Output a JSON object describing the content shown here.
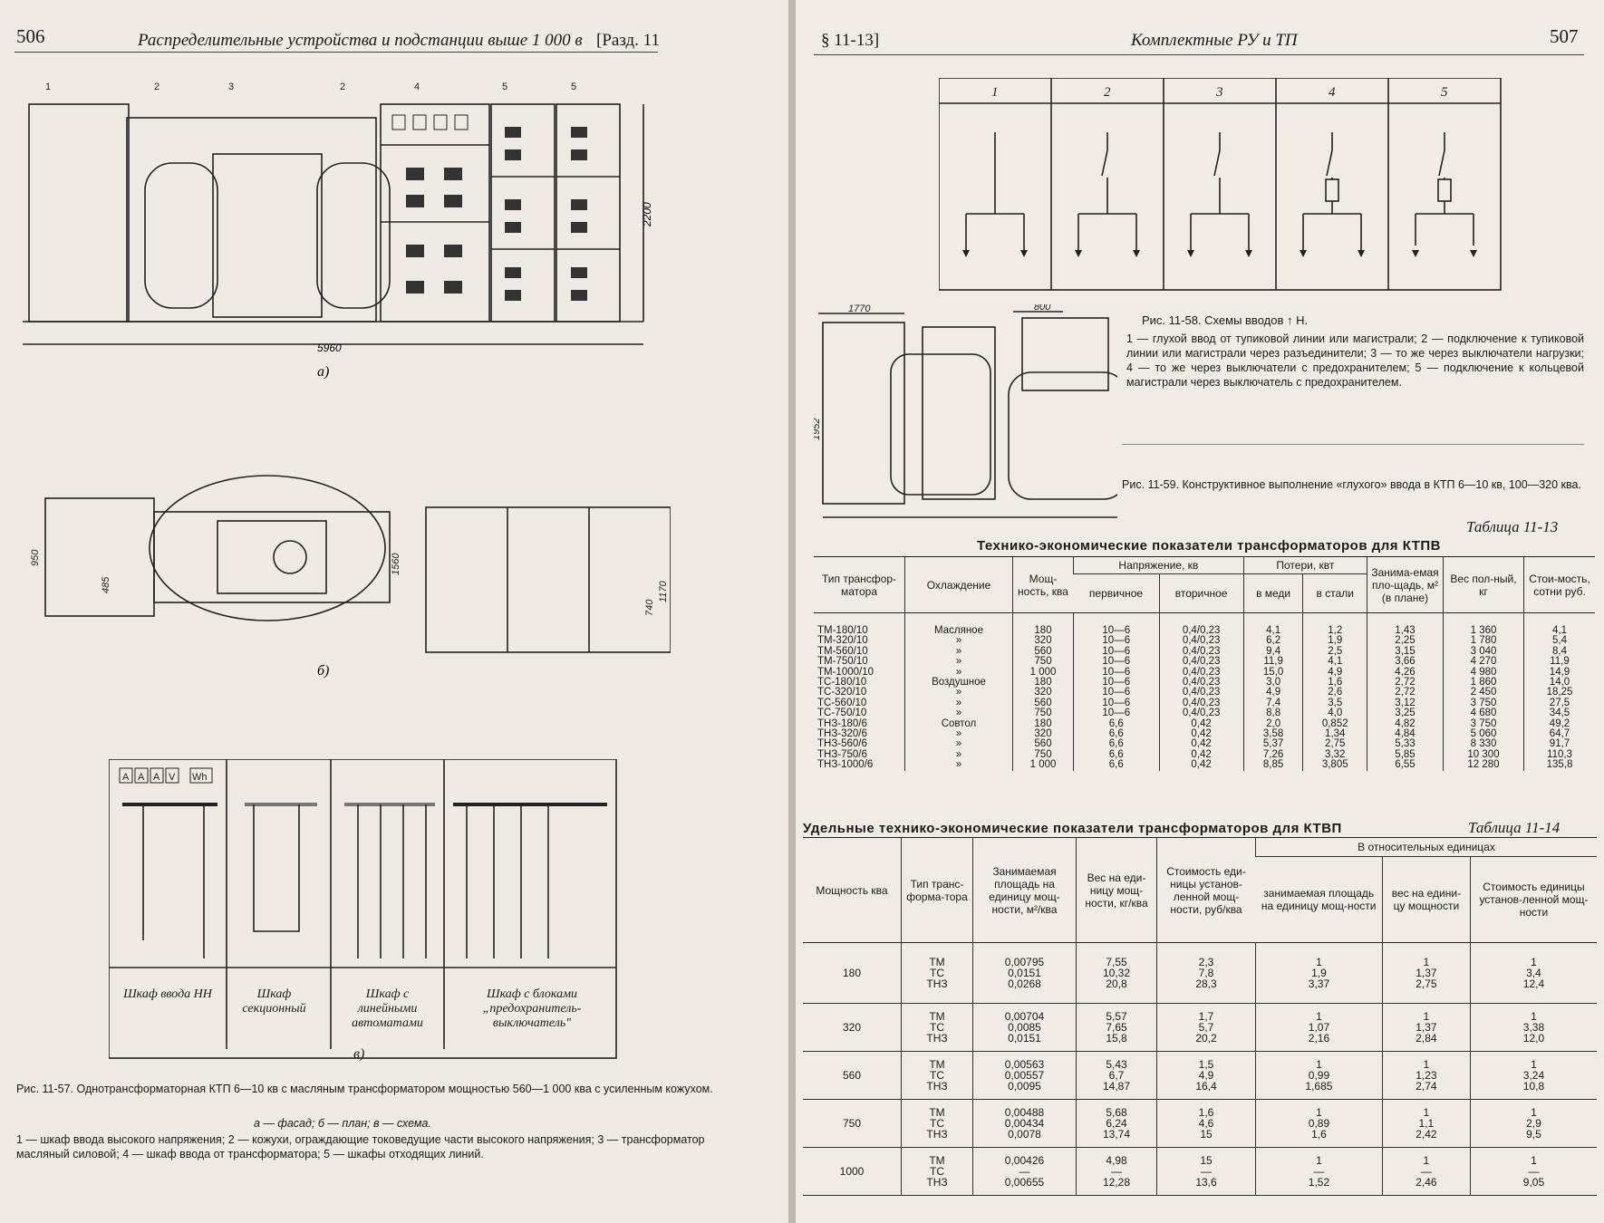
{
  "left_page": {
    "page_number": "506",
    "header": "Распределительные устройства и подстанции выше 1 000 в",
    "section": "[Разд. 11",
    "fig_a": {
      "labels": [
        "1",
        "2",
        "3",
        "2",
        "4",
        "5",
        "5"
      ],
      "dim_width": "5960",
      "dim_height": "2200",
      "sublabel": "а)"
    },
    "fig_b": {
      "dims": [
        "950",
        "485",
        "1560",
        "740",
        "1170"
      ],
      "sublabel": "б)"
    },
    "fig_c": {
      "meters": [
        "A",
        "A",
        "A",
        "V",
        "Wh"
      ],
      "cabinets": [
        "Шкаф ввода НН",
        "Шкаф секционный",
        "Шкаф с линейными автоматами",
        "Шкаф с блоками „предохранитель-выключатель\""
      ],
      "sublabel": "в)"
    },
    "caption": {
      "line1": "Рис. 11-57. Однотрансформаторная КТП 6—10 кв с масляным трансформатором мощностью 560—1 000 ква с усиленным кожухом.",
      "line2": "а — фасад; б — план; в — схема.",
      "line3": "1 — шкаф ввода высокого напряжения; 2 — кожухи, ограждающие токоведущие части высокого напряжения; 3 — трансформатор масляный силовой; 4 — шкаф ввода от трансформатора; 5 — шкафы отходящих линий."
    }
  },
  "right_page": {
    "page_number": "507",
    "section": "§ 11-13]",
    "header": "Комплектные РУ и ТП",
    "fig58": {
      "columns": [
        "1",
        "2",
        "3",
        "4",
        "5"
      ],
      "caption_title": "Рис. 11-58. Схемы вводов ↑ Н.",
      "caption_text": "1 — глухой ввод от тупиковой линии или магистрали; 2 — подключение к тупиковой линии или магистрали через разъединители; 3 — то же через выключатели нагрузки; 4 — то же через выключатели с предохранителем; 5 — подключение к кольцевой магистрали через выключатель с предохранителем."
    },
    "fig59": {
      "dims": [
        "1770",
        "800",
        "1952"
      ],
      "caption": "Рис. 11-59. Конструктивное выполнение «глухого» ввода в КТП 6—10 кв, 100—320 ква."
    },
    "table13": {
      "number": "Таблица 11-13",
      "title": "Технико-экономические показатели трансформаторов для КТПВ",
      "headers": {
        "type": "Тип трансфор-матора",
        "cooling": "Охлаждение",
        "power": "Мощ-ность, ква",
        "voltage": "Напряжение, кв",
        "primary": "первичное",
        "secondary": "вторичное",
        "losses": "Потери, квт",
        "copper": "в меди",
        "steel": "в стали",
        "area": "Занима-емая пло-щадь, м² (в плане)",
        "weight": "Вес пол-ный, кг",
        "cost": "Стои-мость, сотни руб."
      },
      "rows": [
        [
          "ТМ-180/10",
          "Масляное",
          "180",
          "10—6",
          "0,4/0,23",
          "4,1",
          "1,2",
          "1,43",
          "1 360",
          "4,1"
        ],
        [
          "ТМ-320/10",
          "»",
          "320",
          "10—6",
          "0,4/0,23",
          "6,2",
          "1,9",
          "2,25",
          "1 780",
          "5,4"
        ],
        [
          "ТМ-560/10",
          "»",
          "560",
          "10—6",
          "0,4/0,23",
          "9,4",
          "2,5",
          "3,15",
          "3 040",
          "8,4"
        ],
        [
          "ТМ-750/10",
          "»",
          "750",
          "10—6",
          "0,4/0,23",
          "11,9",
          "4,1",
          "3,66",
          "4 270",
          "11,9"
        ],
        [
          "ТМ-1000/10",
          "»",
          "1 000",
          "10—6",
          "0,4/0,23",
          "15,0",
          "4,9",
          "4,26",
          "4 980",
          "14,9"
        ],
        [
          "ТС-180/10",
          "Воздушное",
          "180",
          "10—6",
          "0,4/0,23",
          "3,0",
          "1,6",
          "2,72",
          "1 860",
          "14,0"
        ],
        [
          "ТС-320/10",
          "»",
          "320",
          "10—6",
          "0,4/0,23",
          "4,9",
          "2,6",
          "2,72",
          "2 450",
          "18,25"
        ],
        [
          "ТС-560/10",
          "»",
          "560",
          "10—6",
          "0,4/0,23",
          "7,4",
          "3,5",
          "3,12",
          "3 750",
          "27,5"
        ],
        [
          "ТС-750/10",
          "»",
          "750",
          "10—6",
          "0,4/0,23",
          "8,8",
          "4,0",
          "3,25",
          "4 680",
          "34,5"
        ],
        [
          "ТНЗ-180/6",
          "Совтол",
          "180",
          "6,6",
          "0,42",
          "2,0",
          "0,852",
          "4,82",
          "3 750",
          "49,2"
        ],
        [
          "ТНЗ-320/6",
          "»",
          "320",
          "6,6",
          "0,42",
          "3,58",
          "1,34",
          "4,84",
          "5 060",
          "64,7"
        ],
        [
          "ТНЗ-560/6",
          "»",
          "560",
          "6,6",
          "0,42",
          "5,37",
          "2,75",
          "5,33",
          "8 330",
          "91,7"
        ],
        [
          "ТНЗ-750/6",
          "»",
          "750",
          "6,6",
          "0,42",
          "7,26",
          "3,32",
          "5,85",
          "10 300",
          "110,3"
        ],
        [
          "ТНЗ-1000/6",
          "»",
          "1 000",
          "6,6",
          "0,42",
          "8,85",
          "3,805",
          "6,55",
          "12 280",
          "135,8"
        ]
      ]
    },
    "table14": {
      "number": "Таблица 11-14",
      "title": "Удельные технико-экономические показатели трансформаторов для КТВП",
      "headers": {
        "power": "Мощность ква",
        "type": "Тип транс-форма-тора",
        "area": "Занимаемая площадь на единицу мощ-ности, м²/ква",
        "weight": "Вес на еди-ницу мощ-ности, кг/ква",
        "cost": "Стоимость еди-ницы установ-ленной мощ-ности, руб/ква",
        "relative": "В относительных единицах",
        "rel_area": "занимаемая площадь на единицу мощ-ности",
        "rel_weight": "вес на едини-цу мощности",
        "rel_cost": "Стоимость единицы установ-ленной мощ-ности"
      },
      "groups": [
        {
          "power": "180",
          "types": [
            "ТМ",
            "ТС",
            "ТНЗ"
          ],
          "area": [
            "0,00795",
            "0,0151",
            "0,0268"
          ],
          "weight": [
            "7,55",
            "10,32",
            "20,8"
          ],
          "cost": [
            "2,3",
            "7,8",
            "28,3"
          ],
          "r_area": [
            "1",
            "1,9",
            "3,37"
          ],
          "r_weight": [
            "1",
            "1,37",
            "2,75"
          ],
          "r_cost": [
            "1",
            "3,4",
            "12,4"
          ]
        },
        {
          "power": "320",
          "types": [
            "ТМ",
            "ТС",
            "ТНЗ"
          ],
          "area": [
            "0,00704",
            "0,0085",
            "0,0151"
          ],
          "weight": [
            "5,57",
            "7,65",
            "15,8"
          ],
          "cost": [
            "1,7",
            "5,7",
            "20,2"
          ],
          "r_area": [
            "1",
            "1,07",
            "2,16"
          ],
          "r_weight": [
            "1",
            "1,37",
            "2,84"
          ],
          "r_cost": [
            "1",
            "3,38",
            "12,0"
          ]
        },
        {
          "power": "560",
          "types": [
            "ТМ",
            "ТС",
            "ТНЗ"
          ],
          "area": [
            "0,00563",
            "0,00557",
            "0,0095"
          ],
          "weight": [
            "5,43",
            "6,7",
            "14,87"
          ],
          "cost": [
            "1,5",
            "4,9",
            "16,4"
          ],
          "r_area": [
            "1",
            "0,99",
            "1,685"
          ],
          "r_weight": [
            "1",
            "1,23",
            "2,74"
          ],
          "r_cost": [
            "1",
            "3,24",
            "10,8"
          ]
        },
        {
          "power": "750",
          "types": [
            "ТМ",
            "ТС",
            "ТНЗ"
          ],
          "area": [
            "0,00488",
            "0,00434",
            "0,0078"
          ],
          "weight": [
            "5,68",
            "6,24",
            "13,74"
          ],
          "cost": [
            "1,6",
            "4,6",
            "15"
          ],
          "r_area": [
            "1",
            "0,89",
            "1,6"
          ],
          "r_weight": [
            "1",
            "1,1",
            "2,42"
          ],
          "r_cost": [
            "1",
            "2,9",
            "9,5"
          ]
        },
        {
          "power": "1000",
          "types": [
            "ТМ",
            "ТС",
            "ТНЗ"
          ],
          "area": [
            "0,00426",
            "—",
            "0,00655"
          ],
          "weight": [
            "4,98",
            "—",
            "12,28"
          ],
          "cost": [
            "15",
            "—",
            "13,6"
          ],
          "r_area": [
            "1",
            "—",
            "1,52"
          ],
          "r_weight": [
            "1",
            "—",
            "2,46"
          ],
          "r_cost": [
            "1",
            "—",
            "9,05"
          ]
        }
      ]
    }
  }
}
